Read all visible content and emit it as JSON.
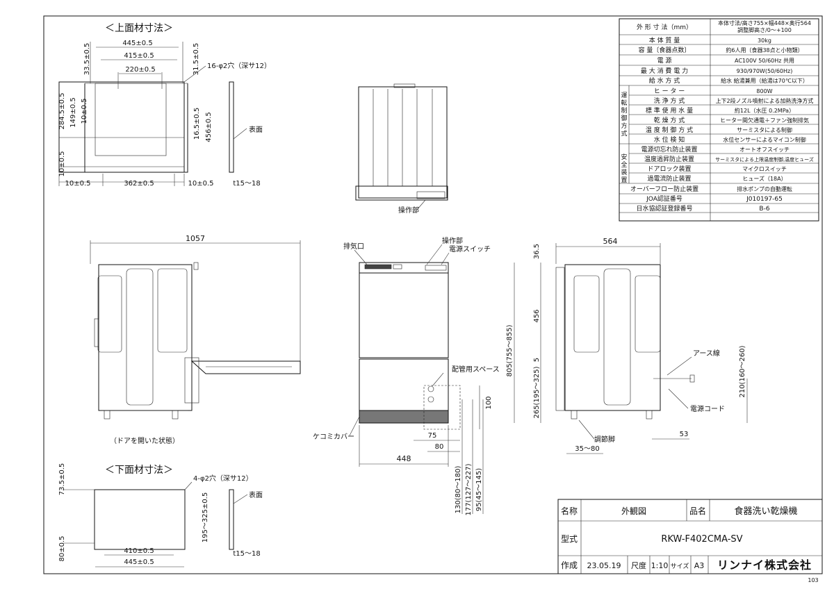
{
  "spec_table": {
    "rows": [
      {
        "label": "外 形 寸 法（mm）",
        "value": "本体寸法/高さ755×幅448×奥行564\n調整脚高さ/0～+100"
      },
      {
        "label": "本 体 質 量",
        "value": "30kg"
      },
      {
        "label": "容 量〔食器点数〕",
        "value": "約6人用（食器38点と小物類）"
      },
      {
        "label": "電 源",
        "value": "AC100V 50/60Hz 共用"
      },
      {
        "label": "最 大 消 費 電 力",
        "value": "930/970W(50/60Hz)"
      },
      {
        "label": "給 水 方 式",
        "value": "給水 給湯兼用（給湯は70℃以下）"
      }
    ],
    "group_operation_label": "運転制御方式",
    "operation_rows": [
      {
        "label": "ヒ ー タ ー",
        "value": "800W"
      },
      {
        "label": "洗 浄 方 式",
        "value": "上下2段ノズル噴射による加熱洗浄方式"
      },
      {
        "label": "標 準 使 用 水 量",
        "value": "約12L（水圧 0.2MPa）"
      },
      {
        "label": "乾 燥 方 式",
        "value": "ヒーター間欠通電＋ファン強制排気"
      },
      {
        "label": "温 度 制 御 方 式",
        "value": "サーミスタによる制御"
      },
      {
        "label": "水 位 検 知",
        "value": "水位センサーによるマイコン制御"
      }
    ],
    "group_safety_label": "安全装置",
    "safety_rows": [
      {
        "label": "電源切忘れ防止装置",
        "value": "オートオフスイッチ"
      },
      {
        "label": "温度過昇防止装置",
        "value": "サーミスタによる上限温度制御,温度ヒューズ"
      },
      {
        "label": "ドアロック装置",
        "value": "マイクロスイッチ"
      },
      {
        "label": "過電流防止装置",
        "value": "ヒューズ（18A）"
      }
    ],
    "tail_rows": [
      {
        "label": "オーバーフロー防止装置",
        "value": "排水ポンプの自動運転"
      },
      {
        "label": "JOA認証番号",
        "value": "J010197-65"
      },
      {
        "label": "日水協認証登録番号",
        "value": "B-6"
      }
    ]
  },
  "title_block": {
    "name_label": "名称",
    "name_value": "外観図",
    "product_label": "品名",
    "product_value": "食器洗い乾燥機",
    "model_label": "型式",
    "model_value": "RKW-F402CMA-SV",
    "made_label": "作成",
    "made_value": "23.05.19",
    "scale_label": "尺度",
    "scale_value": "1:10",
    "size_label": "サイズ",
    "size_value": "A3",
    "company": "リンナイ株式会社",
    "sheet_no": "103"
  },
  "top_cutout": {
    "title": "＜上面材寸法＞",
    "d_445": "445±0.5",
    "d_415": "415±0.5",
    "d_220": "220±0.5",
    "d_33": "33.5±0.5",
    "d_31": "31.5±0.5",
    "holes": "16-φ2穴（深サ12）",
    "d_284": "284.5±0.5",
    "d_149": "149±0.5",
    "d_10a": "10±0.5",
    "d_16": "16.5±0.5",
    "d_456": "456±0.5",
    "d_10b": "10±0.5",
    "d_10l": "10±0.5",
    "d_362": "362±0.5",
    "d_10r": "10±0.5",
    "thick": "t15～18",
    "surface": "表面"
  },
  "bottom_cutout": {
    "title": "＜下面材寸法＞",
    "d_73": "73.5±0.5",
    "holes": "4-φ2穴（深サ12）",
    "d_195": "195～325±0.5",
    "d_80": "80±0.5",
    "d_410": "410±0.5",
    "d_445": "445±0.5",
    "thick": "t15～18",
    "surface": "表面"
  },
  "views": {
    "op_part": "操作部",
    "door_open_w": "1057",
    "door_open_caption": "（ドアを開いた状態）",
    "exhaust": "排気口",
    "power_switch": "電源スイッチ",
    "pipe_space": "配管用スペース",
    "kick_cover": "ケコミカバー",
    "front_w": "448",
    "d_75": "75",
    "d_80": "80",
    "d_100": "100",
    "v_805": "805(755～855)",
    "v_130": "130(80～180)",
    "v_177": "177(127～227)",
    "v_95": "95(45～145)",
    "side_w": "564",
    "v_36": "36.5",
    "v_456": "456",
    "v_5": "5",
    "v_265": "265(195～325)",
    "v_210": "210(160～260)",
    "earth": "アース線",
    "power_cord": "電源コード",
    "adj_foot": "調節脚",
    "d_53": "53",
    "d_35": "35～80"
  }
}
